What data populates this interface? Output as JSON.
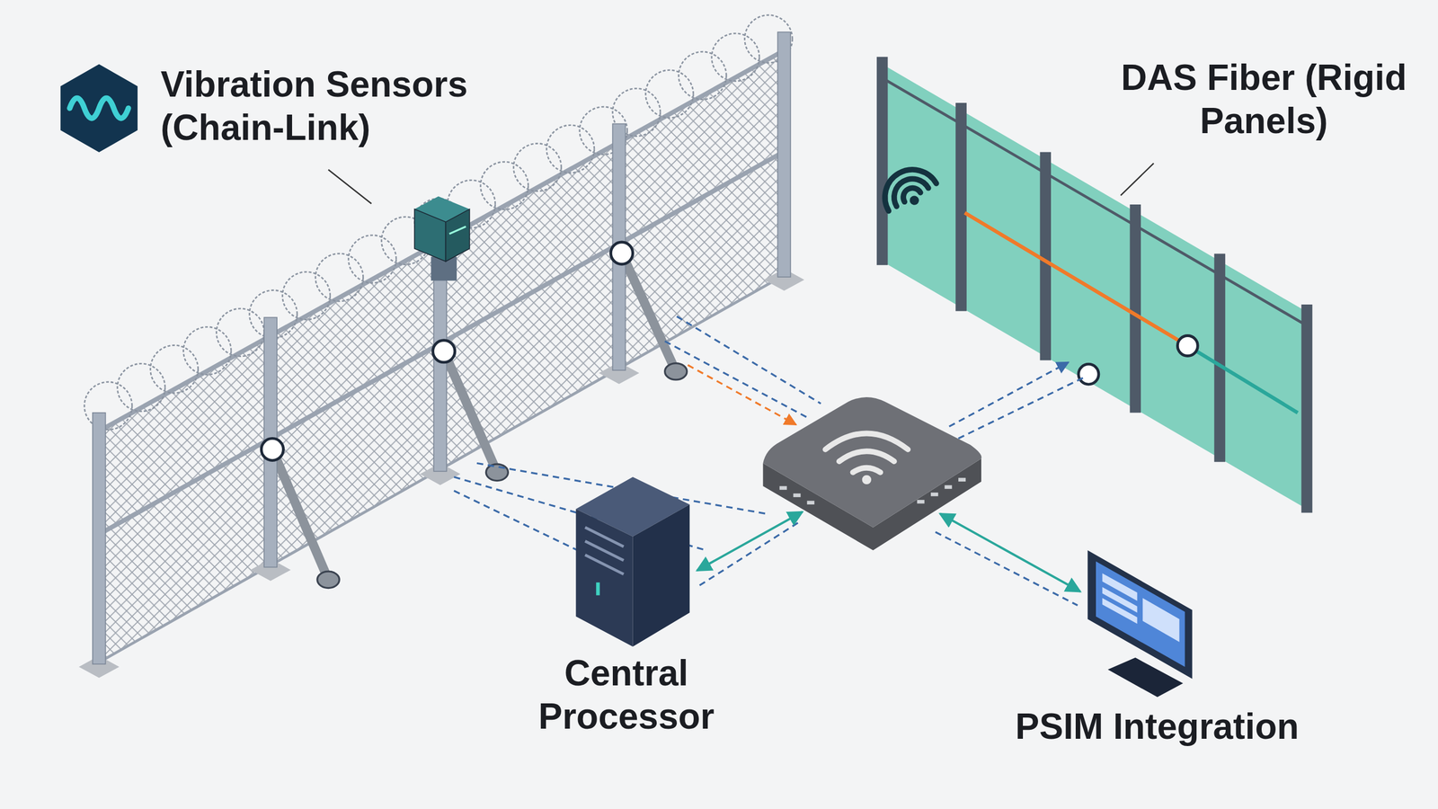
{
  "diagram": {
    "labels": [
      "Vibration Sensors (Chain-Link)",
      "DAS Fiber (Rigid Panels)",
      "Central Processor",
      "PSIM Integration"
    ]
  }
}
